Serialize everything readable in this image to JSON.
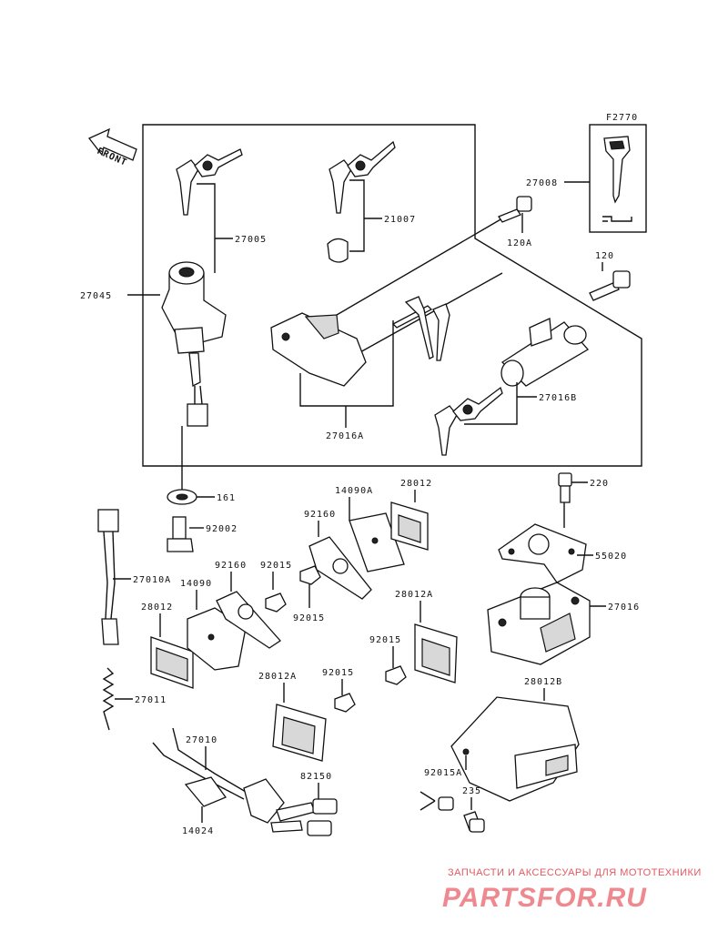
{
  "diagram": {
    "figure_code": "F2770",
    "front_label": "FRONT",
    "parts": [
      "27005",
      "21007",
      "27045",
      "27016A",
      "27008",
      "120A",
      "120",
      "27016B",
      "161",
      "92002",
      "27010A",
      "27011",
      "28012",
      "14090",
      "92160",
      "92015",
      "14090A",
      "28012A",
      "27010",
      "14024",
      "82150",
      "220",
      "55020",
      "27016",
      "28012B",
      "92015A",
      "235"
    ]
  },
  "watermark": {
    "top_text": "ЗАПЧАСТИ И АКСЕССУАРЫ ДЛЯ МОТОТЕХНИКИ",
    "logo_text": "PARTSFOR.RU"
  },
  "colors": {
    "line": "#111111",
    "watermark": "#e05a60",
    "background": "#ffffff"
  }
}
